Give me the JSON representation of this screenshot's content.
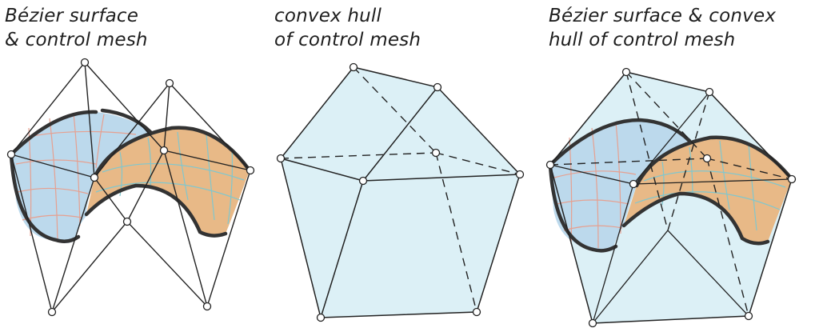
{
  "panels": [
    {
      "id": "surface-and-mesh",
      "caption": [
        "Bézier surface",
        "& control mesh"
      ]
    },
    {
      "id": "convex-hull",
      "caption": [
        "convex hull",
        "of control mesh"
      ]
    },
    {
      "id": "surface-and-hull",
      "caption": [
        "Bézier surface & convex",
        "hull of control mesh"
      ]
    }
  ],
  "colors": {
    "surface_blue": "#bcd9ec",
    "surface_orange": "#e8b987",
    "hull_fill": "#d8eef5",
    "blue_grid": "#e6a090",
    "orange_grid": "#7fc7cf",
    "outline": "#333333"
  }
}
